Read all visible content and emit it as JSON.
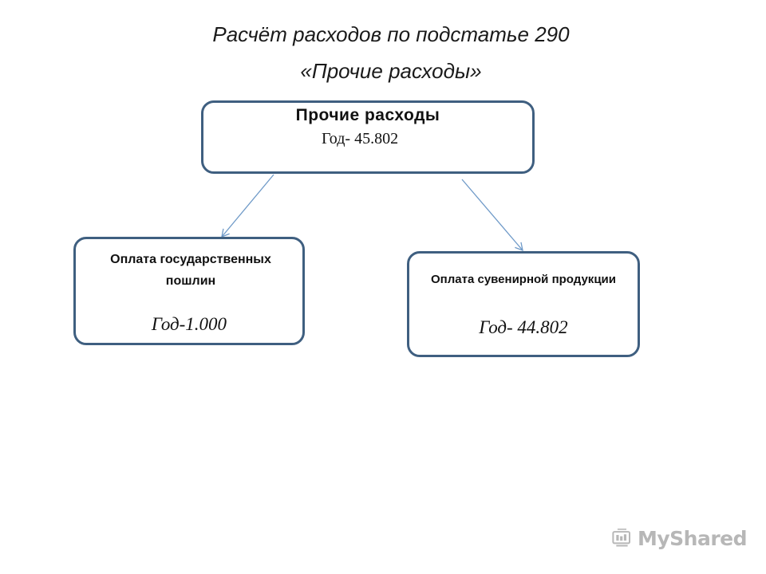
{
  "title": {
    "line1": "Расчёт расходов по подстатье 290",
    "line2": "«Прочие расходы»"
  },
  "diagram": {
    "root": {
      "heading": "Прочие расходы",
      "value": "Год- 45.802"
    },
    "children": [
      {
        "heading": "Оплата государственных пошлин",
        "value": "Год-1.000"
      },
      {
        "heading": "Оплата сувенирной продукции",
        "value": "Год- 44.802"
      }
    ],
    "colors": {
      "box_border": "#3f5f80",
      "arrow": "#6f9ac8"
    }
  },
  "watermark": {
    "text": "MyShared",
    "icon": "mortarboard-icon"
  }
}
